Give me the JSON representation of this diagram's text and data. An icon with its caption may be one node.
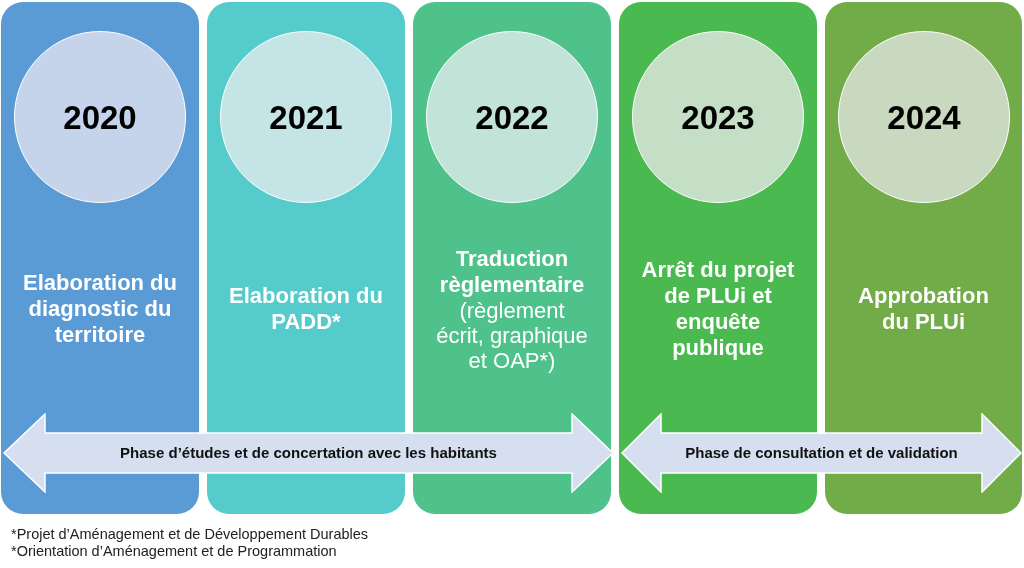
{
  "diagram": {
    "nodes": [
      {
        "text": [
          "Elaboration du diagnostic du territoire"
        ]
      },
      {
        "text": [
          "2020"
        ],
        "in": 0
      },
      {
        "text": [
          "Elaboration du PADD*"
        ]
      },
      {
        "text": [
          "2021"
        ],
        "in": 2
      },
      {
        "text": [
          "Traduction règlementaire",
          "(règlement écrit, graphique et OAP*)"
        ]
      },
      {
        "text": [
          "2022"
        ],
        "in": 4
      },
      {
        "text": [
          "Arrêt du projet de PLUi et enquête publique"
        ]
      },
      {
        "text": [
          "2023"
        ],
        "in": 6
      },
      {
        "text": [
          "Approbation du PLUi"
        ]
      },
      {
        "text": [
          "2024"
        ],
        "in": 8
      },
      {
        "text": [
          "Phase d’études et de concertation avec les habitants"
        ]
      },
      {
        "text": [
          "Phase de consultation et de validation"
        ]
      }
    ],
    "labels": [
      "*Projet d’Aménagement et de Développement Durables",
      "*Orientation d’Aménagement et de Programmation"
    ]
  }
}
